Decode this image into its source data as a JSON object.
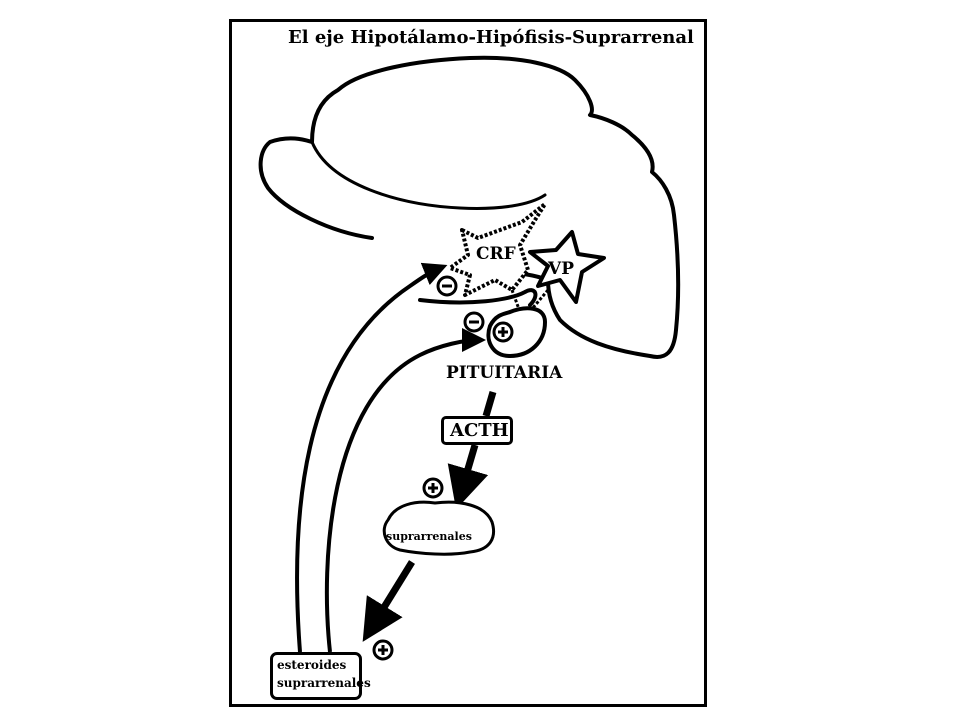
{
  "diagram": {
    "title": "El eje Hipotálamo-Hipófisis-Suprarrenal",
    "labels": {
      "crf": "CRF",
      "vp": "VP",
      "pituitary": "PITUITARIA",
      "acth": "ACTH",
      "adrenals": "suprarrenales",
      "steroids_line1": "esteroides",
      "steroids_line2": "suprarrenales"
    },
    "signs": {
      "inhibit": "−",
      "stimulate": "+"
    },
    "colors": {
      "line": "#000000",
      "background": "#ffffff"
    }
  }
}
